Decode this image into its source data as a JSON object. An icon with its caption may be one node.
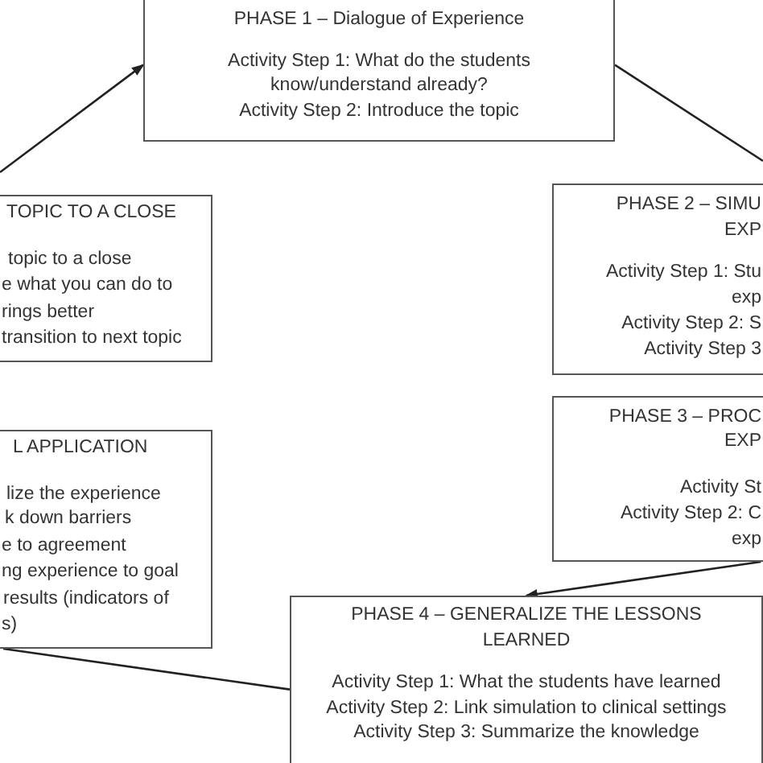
{
  "diagram": {
    "nodes": [
      {
        "text": [
          "PHASE 1 – Dialogue of Experience",
          "Activity Step 1: What do the students know/understand already?",
          "Activity Step 2: Introduce the topic"
        ]
      },
      {
        "text": [
          "PHASE 2 – SIMU",
          "EXP",
          "Activity Step 1: Stu",
          "exp",
          "Activity Step 2: S",
          "Activity Step 3"
        ]
      },
      {
        "text": [
          "PHASE 3 – PROC",
          "EXP",
          "Activity St",
          "Activity Step 2: C",
          "exp"
        ]
      },
      {
        "text": [
          "PHASE 4 – GENERALIZE THE LESSONS LEARNED",
          "Activity Step 1: What the students have learned",
          "Activity Step 2: Link simulation to clinical settings",
          "Activity Step 3: Summarize the knowledge"
        ]
      },
      {
        "text": [
          "L APPLICATION",
          "lize the experience",
          "k down barriers",
          "e to agreement",
          "ng experience to goal",
          "results (indicators of",
          "s)"
        ]
      },
      {
        "text": [
          "TOPIC TO A CLOSE",
          "topic to a close",
          "e what you can do to",
          "rings better",
          "transition to next topic"
        ]
      }
    ],
    "edges": [
      {
        "from": null,
        "to": 0,
        "arrow": "to"
      },
      {
        "from": 0,
        "to": null,
        "arrow": "none"
      },
      {
        "from": 2,
        "to": 3,
        "arrow": "to"
      },
      {
        "from": 3,
        "to": 4,
        "arrow": "none"
      }
    ]
  }
}
